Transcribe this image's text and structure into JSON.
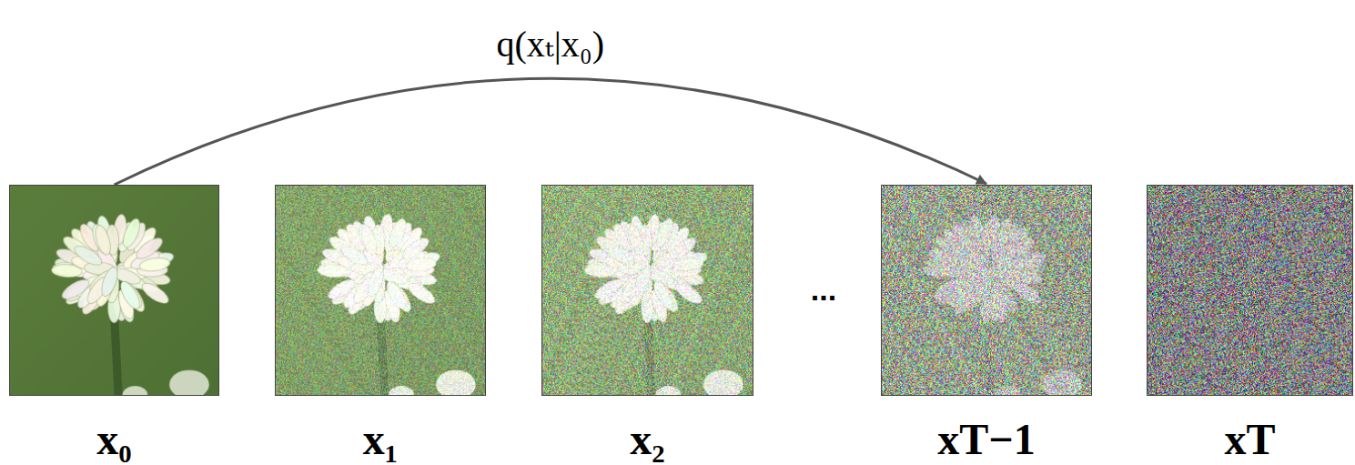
{
  "diagram": {
    "nodes": [
      {
        "text": [
          "x₀"
        ]
      },
      {
        "text": [
          "x₁"
        ]
      },
      {
        "text": [
          "x₂"
        ]
      },
      {
        "text": [
          "xT−1"
        ]
      },
      {
        "text": [
          "xT"
        ]
      }
    ],
    "edges": [
      {
        "from": 0,
        "to": 3,
        "arrow": "to",
        "label": "q(xₜ|x₀)"
      }
    ],
    "labels": [
      "..."
    ]
  }
}
